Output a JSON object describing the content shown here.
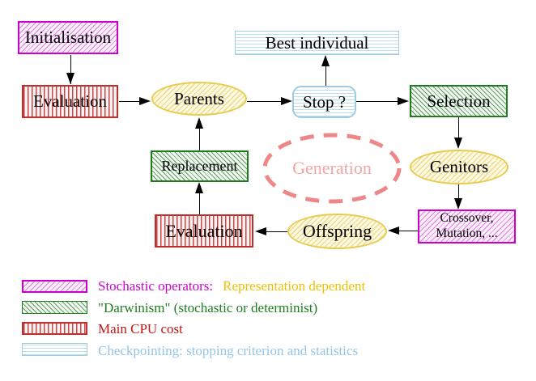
{
  "diagram": {
    "nodes": {
      "initialisation": "Initialisation",
      "evaluation_top": "Evaluation",
      "parents": "Parents",
      "best_individual": "Best individual",
      "stop": "Stop ?",
      "selection": "Selection",
      "genitors": "Genitors",
      "crossover_line1": "Crossover,",
      "crossover_line2": "Mutation, ...",
      "offspring": "Offspring",
      "evaluation_bottom": "Evaluation",
      "replacement": "Replacement",
      "generation": "Generation"
    }
  },
  "legend": {
    "stochastic": {
      "label": "Stochastic operators:",
      "label2": "Representation dependent"
    },
    "darwinism": {
      "label": "\"Darwinism\" (stochastic or determinist)"
    },
    "cpu": {
      "label": "Main CPU cost"
    },
    "checkpointing": {
      "label": "Checkpointing: stopping criterion and statistics"
    }
  },
  "colors": {
    "magenta": "#CC00CC",
    "gold": "#F0C000",
    "green": "#1E7C1E",
    "red": "#C41414",
    "light_blue": "#93C6E8",
    "yellow_node_border": "#E8CC50",
    "salmon_dash": "#EE8888",
    "salmon_text": "#F2A6A6",
    "arrow": "#000000"
  }
}
